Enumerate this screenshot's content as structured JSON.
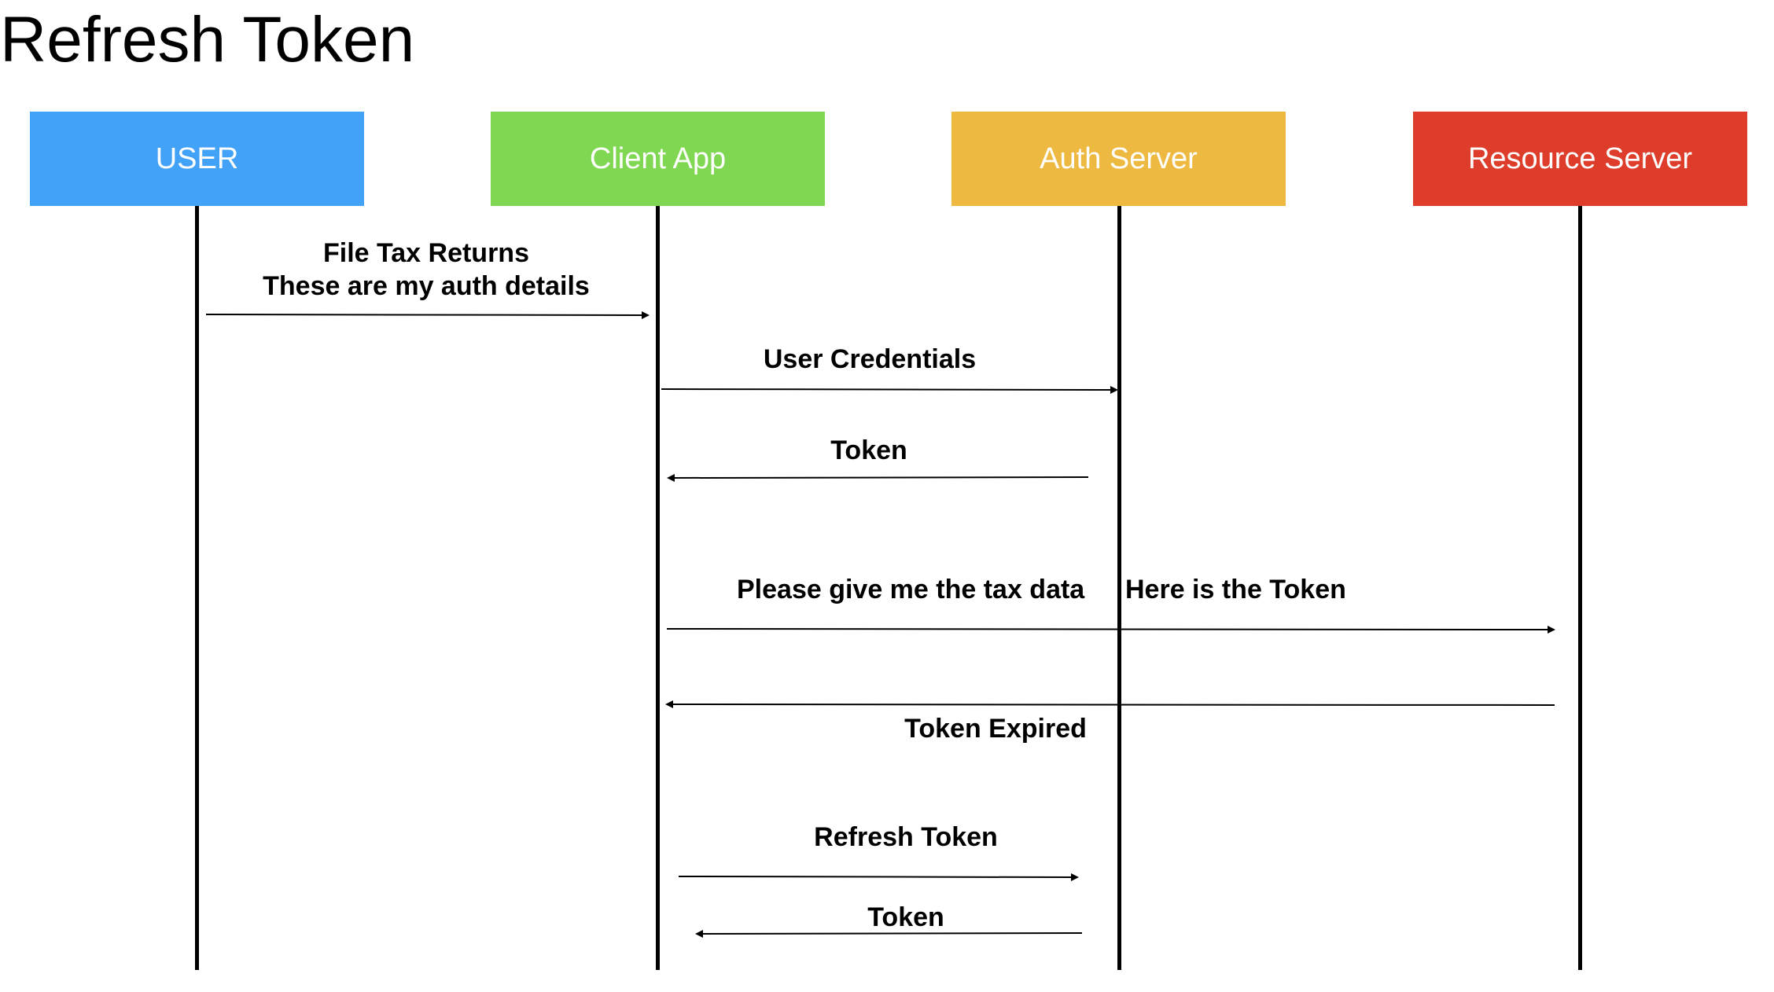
{
  "title": "Refresh Token",
  "actors": [
    {
      "id": "user",
      "label": "USER",
      "color": "#42a2f7"
    },
    {
      "id": "client",
      "label": "Client App",
      "color": "#80d752"
    },
    {
      "id": "auth",
      "label": "Auth Server",
      "color": "#eeb940"
    },
    {
      "id": "resource",
      "label": "Resource Server",
      "color": "#dd3d2a"
    }
  ],
  "messages": [
    {
      "from": "USER",
      "to": "Client App",
      "line1": "File Tax Returns",
      "line2": "These are my auth details"
    },
    {
      "from": "Client App",
      "to": "Auth Server",
      "label": "User Credentials"
    },
    {
      "from": "Auth Server",
      "to": "Client App",
      "label": "Token"
    },
    {
      "from": "Client App",
      "to": "Resource Server",
      "label_part1": "Please give me the tax data",
      "label_part2": "Here is the Token"
    },
    {
      "from": "Resource Server",
      "to": "Client App",
      "label": "Token Expired"
    },
    {
      "from": "Client App",
      "to": "Auth Server",
      "label": "Refresh Token"
    },
    {
      "from": "Auth Server",
      "to": "Client App",
      "label": "Token"
    }
  ]
}
